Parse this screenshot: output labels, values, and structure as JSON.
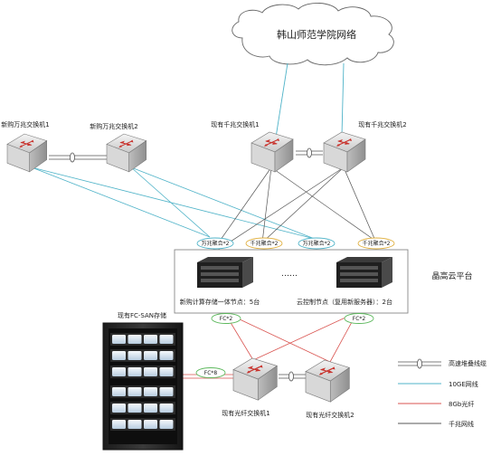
{
  "cloud": {
    "label": "韩山师范学院网络"
  },
  "switches": {
    "new_10g_1": "新购万兆交换机1",
    "new_10g_2": "新购万兆交换机2",
    "exist_1g_1": "现有千兆交换机1",
    "exist_1g_2": "现有千兆交换机2",
    "fc_1": "现有光纤交换机1",
    "fc_2": "现有光纤交换机2"
  },
  "aggregations": {
    "agg_10g_left": "万兆聚合*2",
    "agg_1g_left": "千兆聚合*2",
    "agg_10g_right": "万兆聚合*2",
    "agg_1g_right": "千兆聚合*2",
    "fc_left": "FC*2",
    "fc_right": "FC*2",
    "fc_storage": "FC*8"
  },
  "platform": {
    "name": "晶高云平台",
    "compute_nodes": "新购计算存储一体节点：5台",
    "dots": "……",
    "control_nodes": "云控制节点（复用新服务器）：2台"
  },
  "storage": {
    "label": "现有FC-SAN存储"
  },
  "legend": [
    {
      "label": "高速堆叠线缆",
      "color": "#555555"
    },
    {
      "label": "10GE网线",
      "color": "#4fb3c8"
    },
    {
      "label": "8Gb光纤",
      "color": "#d9534f"
    },
    {
      "label": "千兆网线",
      "color": "#555555"
    }
  ]
}
